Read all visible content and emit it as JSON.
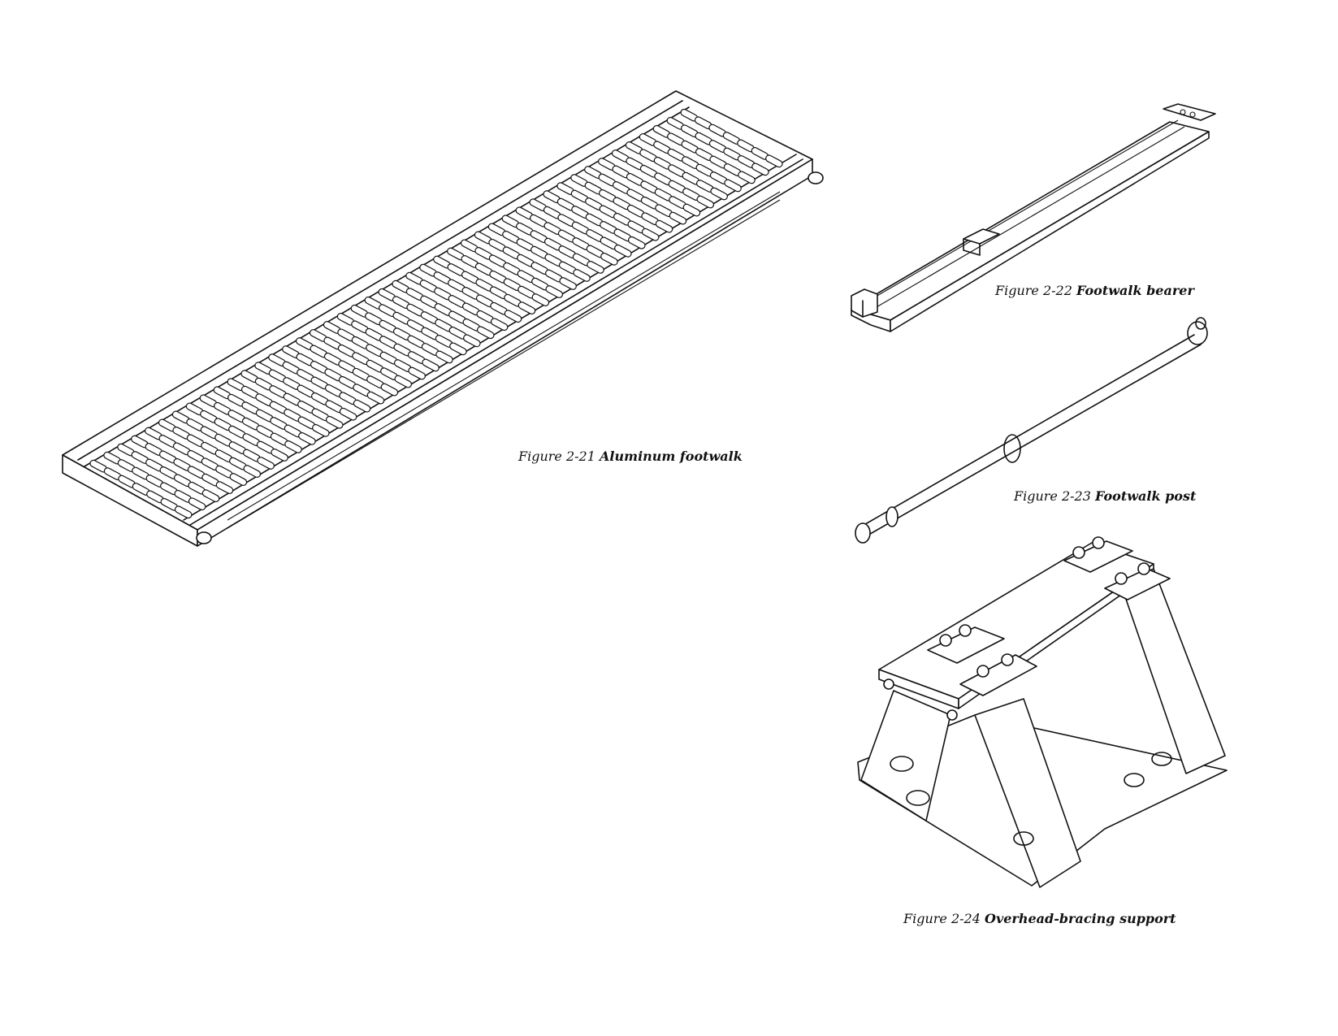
{
  "figures": [
    {
      "id": "fig-2-21",
      "number": "Figure 2-21",
      "title": "Aluminum footwalk"
    },
    {
      "id": "fig-2-22",
      "number": "Figure 2-22",
      "title": "Footwalk bearer"
    },
    {
      "id": "fig-2-23",
      "number": "Figure 2-23",
      "title": "Footwalk post"
    },
    {
      "id": "fig-2-24",
      "number": "Figure 2-24",
      "title": "Overhead-bracing support"
    }
  ]
}
